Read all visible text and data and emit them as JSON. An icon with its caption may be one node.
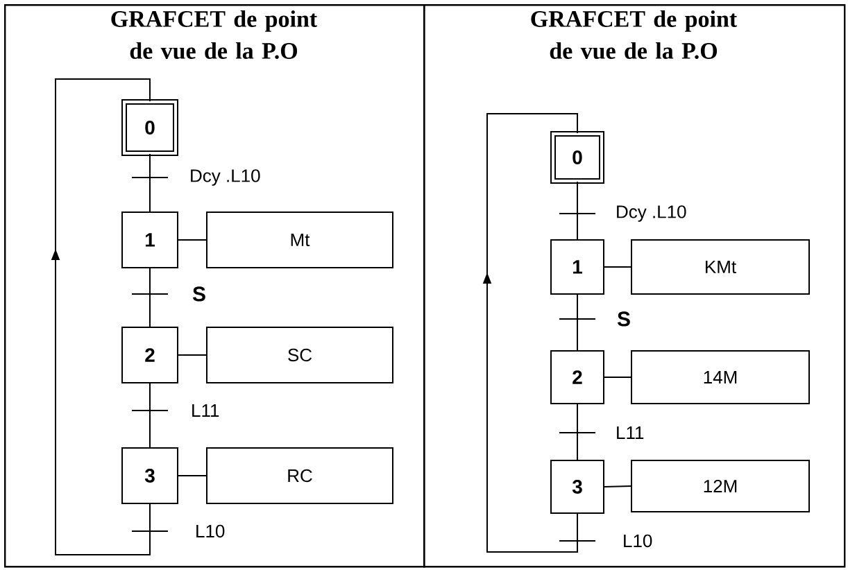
{
  "diagram": {
    "nodes": [
      {
        "text": [
          "GRAFCET de point de vue de la P.O"
        ]
      },
      {
        "text": [
          "0"
        ],
        "in": 0
      },
      {
        "text": [
          "1"
        ],
        "in": 0
      },
      {
        "text": [
          "Mt"
        ],
        "in": 0
      },
      {
        "text": [
          "2"
        ],
        "in": 0
      },
      {
        "text": [
          "SC"
        ],
        "in": 0
      },
      {
        "text": [
          "3"
        ],
        "in": 0
      },
      {
        "text": [
          "RC"
        ],
        "in": 0
      },
      {
        "text": [
          "GRAFCET de point de vue de la P.O"
        ]
      },
      {
        "text": [
          "0"
        ],
        "in": 8
      },
      {
        "text": [
          "1"
        ],
        "in": 8
      },
      {
        "text": [
          "KMt"
        ],
        "in": 8
      },
      {
        "text": [
          "2"
        ],
        "in": 8
      },
      {
        "text": [
          "14M"
        ],
        "in": 8
      },
      {
        "text": [
          "3"
        ],
        "in": 8
      },
      {
        "text": [
          "12M"
        ],
        "in": 8
      }
    ],
    "edges": [
      {
        "from": 1,
        "to": 2,
        "arrow": "none",
        "label": "Dcy .L10"
      },
      {
        "from": 2,
        "to": 3,
        "arrow": "none"
      },
      {
        "from": 2,
        "to": 4,
        "arrow": "none",
        "label": "S"
      },
      {
        "from": 4,
        "to": 5,
        "arrow": "none"
      },
      {
        "from": 4,
        "to": 6,
        "arrow": "none",
        "label": "L11"
      },
      {
        "from": 6,
        "to": 7,
        "arrow": "none"
      },
      {
        "from": 6,
        "to": 1,
        "arrow": "to",
        "label": "L10"
      },
      {
        "from": 9,
        "to": 10,
        "arrow": "none",
        "label": "Dcy .L10"
      },
      {
        "from": 10,
        "to": 11,
        "arrow": "none"
      },
      {
        "from": 10,
        "to": 12,
        "arrow": "none",
        "label": "S"
      },
      {
        "from": 12,
        "to": 13,
        "arrow": "none"
      },
      {
        "from": 12,
        "to": 14,
        "arrow": "none",
        "label": "L11"
      },
      {
        "from": 14,
        "to": 15,
        "arrow": "none"
      },
      {
        "from": 14,
        "to": 9,
        "arrow": "to",
        "label": "L10"
      }
    ]
  }
}
